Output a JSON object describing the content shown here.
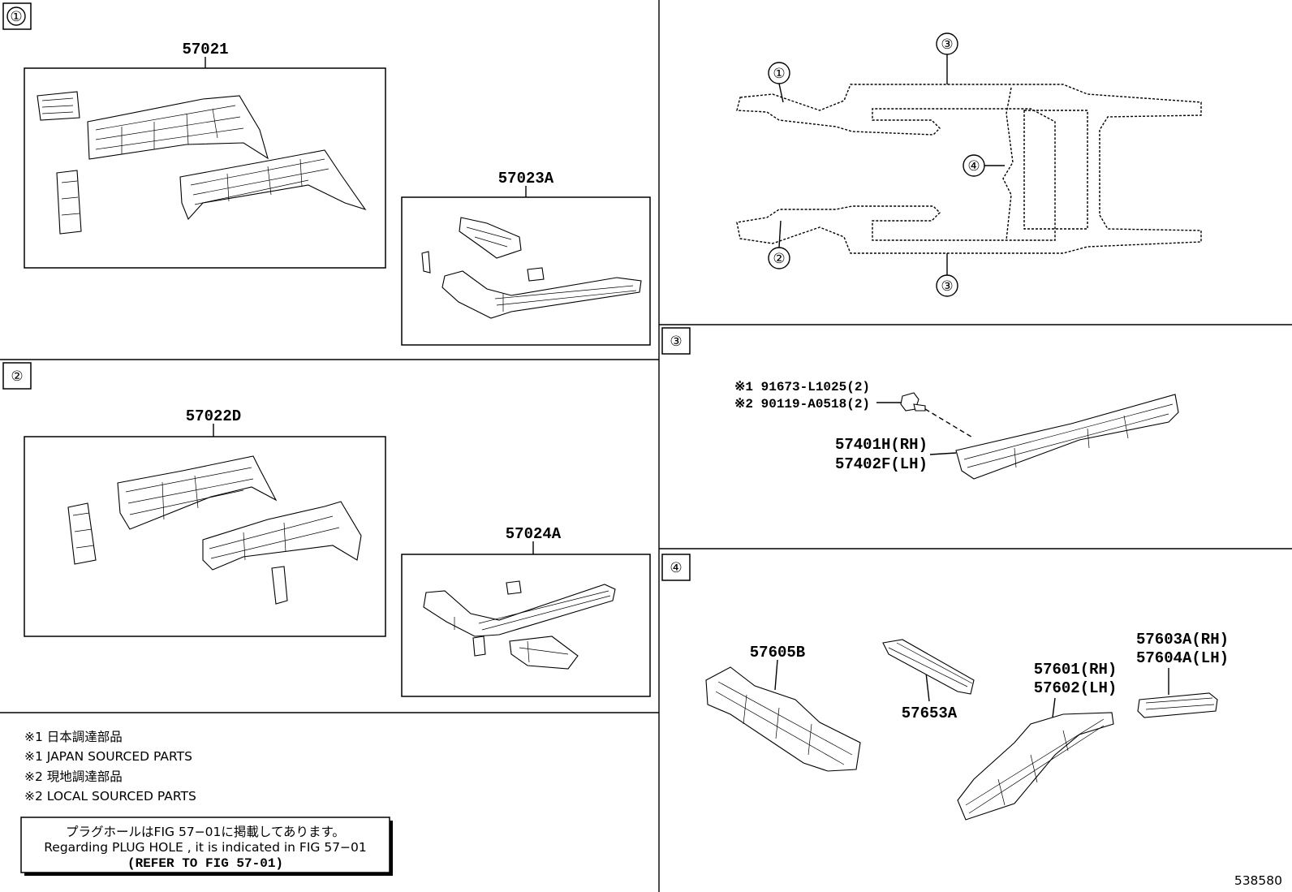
{
  "sections": {
    "s1": {
      "label": "①",
      "parts": {
        "a": "57021",
        "b": "57023A"
      }
    },
    "s2": {
      "label": "②",
      "parts": {
        "a": "57022D",
        "b": "57024A"
      }
    },
    "overview": {
      "c1": "①",
      "c2": "②",
      "c3a": "③",
      "c3b": "③",
      "c4": "④"
    },
    "s3": {
      "label": "③",
      "note1": "※1 91673-L1025(2)",
      "note2": "※2 90119-A0518(2)",
      "part_rh": "57401H(RH)",
      "part_lh": "57402F(LH)"
    },
    "s4": {
      "label": "④",
      "p1": "57605B",
      "p2": "57653A",
      "p3": "57601(RH)",
      "p4": "57602(LH)",
      "p5": "57603A(RH)",
      "p6": "57604A(LH)"
    }
  },
  "legend": {
    "l1": "※1 日本調達部品",
    "l2": "※1 JAPAN SOURCED PARTS",
    "l3": "※2 現地調達部品",
    "l4": "※2 LOCAL SOURCED PARTS"
  },
  "notice": {
    "jp": "プラグホールはFIG 57−01に掲載してあります。",
    "en": "Regarding  PLUG  HOLE , it is indicated in FIG  57−01",
    "ref": "(REFER TO FIG 57-01)"
  },
  "figure_id": "538580"
}
